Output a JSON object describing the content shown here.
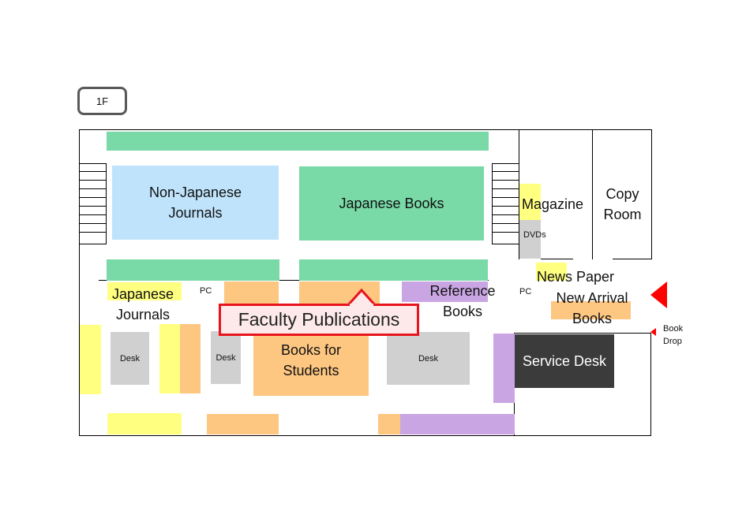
{
  "floor": "1F",
  "areas": {
    "non_japanese_journals": "Non-Japanese\nJournals",
    "japanese_books": "Japanese  Books",
    "magazine": "Magazine",
    "dvds": "DVDs",
    "copy_room": "Copy\nRoom",
    "news_paper": "News Paper",
    "new_arrival_books": "New Arrival\nBooks",
    "japanese_journals": "Japanese\nJournals",
    "reference_books": "Reference\nBooks",
    "books_for_students": "Books for\nStudents",
    "service_desk": "Service Desk",
    "book_drop": "Book\nDrop",
    "pc": "PC",
    "desk": "Desk"
  },
  "callout": {
    "label": "Faculty Publications",
    "border_color": "#e8131b"
  },
  "colors": {
    "shelf_green": "#79d9a7",
    "journal_blue": "#bfe3fb",
    "yellow": "#ffff80",
    "orange": "#fdc681",
    "purple": "#c9a6e3",
    "desk_gray": "#d0d0d0",
    "service_desk": "#3b3b3b",
    "entrance_arrow": "#ff0000"
  },
  "icons": {
    "entrance": "triangle-left-arrow",
    "book_drop": "small-triangle-left-arrow"
  }
}
